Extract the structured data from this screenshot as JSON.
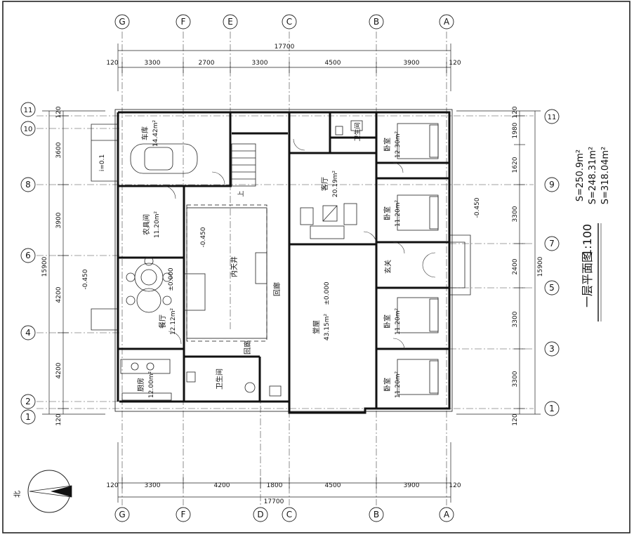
{
  "drawing": {
    "title": "一层平面图",
    "scale": "1:100",
    "area_1": "S=250.9m²",
    "area_2": "S=248.31m²",
    "area_3": "S=318.04m²",
    "north": "北"
  },
  "axes": {
    "letters": [
      "G",
      "F",
      "E",
      "C",
      "B",
      "A",
      "D"
    ],
    "numbers": [
      "1",
      "2",
      "4",
      "6",
      "8",
      "10",
      "11",
      "9",
      "7",
      "5",
      "3",
      "1",
      "11"
    ]
  },
  "dims": {
    "top_total": "17700",
    "top_segments": [
      "120",
      "3300",
      "2700",
      "3300",
      "4500",
      "3900",
      "120"
    ],
    "bottom_total": "17700",
    "bottom_segments": [
      "120",
      "3300",
      "4200",
      "1800",
      "4500",
      "3900",
      "120"
    ],
    "left_total": "15900",
    "left_segments": [
      "120",
      "3600",
      "3900",
      "4200",
      "4200",
      "120"
    ],
    "right_total": "15900",
    "right_segments": [
      "120",
      "1980",
      "1620",
      "3300",
      "2400",
      "3300",
      "3300",
      "120"
    ]
  },
  "rooms": [
    {
      "name": "车库",
      "area": "14.42m²"
    },
    {
      "name": "农具间",
      "area": "11.20m²"
    },
    {
      "name": "餐厅",
      "area": "12.12m²"
    },
    {
      "name": "厨房",
      "area": "12.00m²"
    },
    {
      "name": "卫生间",
      "area": ""
    },
    {
      "name": "内天井",
      "area": ""
    },
    {
      "name": "回廊",
      "area": ""
    },
    {
      "name": "回廊",
      "area": ""
    },
    {
      "name": "客厅",
      "area": "20.19m²"
    },
    {
      "name": "堂屋",
      "area": "43.15m²"
    },
    {
      "name": "卫生间",
      "area": ""
    },
    {
      "name": "卧室",
      "area": "12.30m²"
    },
    {
      "name": "卧室",
      "area": "11.20m²"
    },
    {
      "name": "卧室",
      "area": "11.20m²"
    },
    {
      "name": "卧室",
      "area": "11.20m²"
    },
    {
      "name": "玄关",
      "area": ""
    }
  ],
  "elevations": {
    "dining": "±0.000",
    "hall": "±0.000",
    "courtyard": "-0.450",
    "west": "-0.450",
    "east": "-0.450",
    "ramp": "i=0.1",
    "stair_up": "上"
  }
}
